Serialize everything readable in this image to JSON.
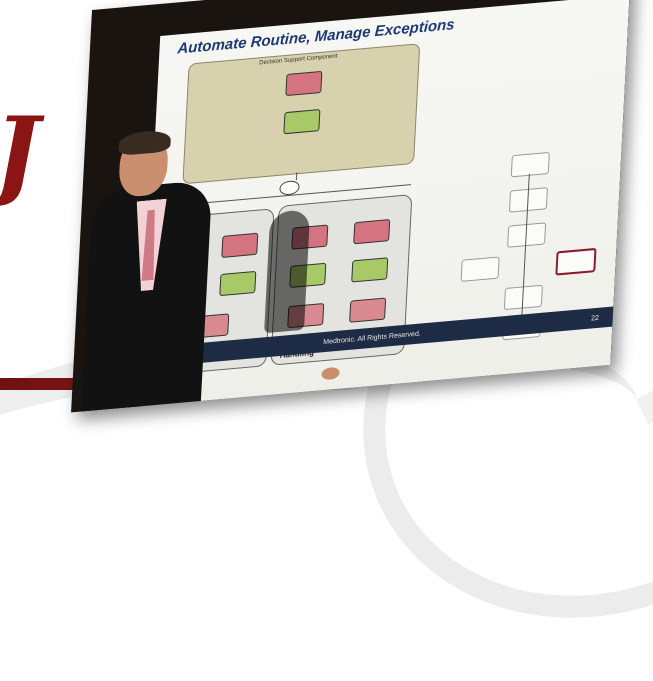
{
  "slide": {
    "title": "Automate Routine, Manage Exceptions",
    "top_region_label": "Decision Support Component",
    "bottom_right_caption": "Candidates for Exception Handling",
    "footer_text": "Medtronic. All Rights Reserved.",
    "page_number": "22"
  },
  "background": {
    "accent_color": "#8b1414",
    "bar_color": "#9b1b1b"
  }
}
